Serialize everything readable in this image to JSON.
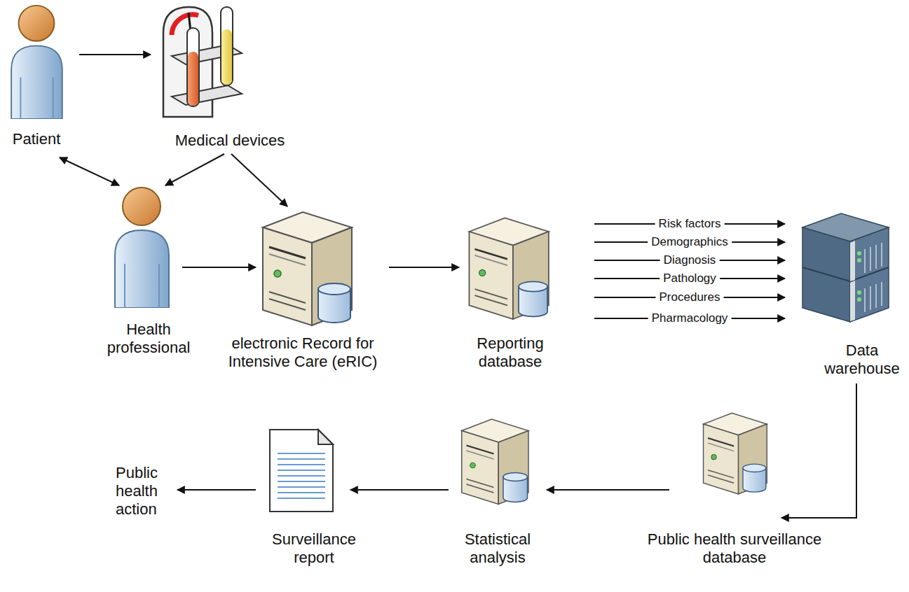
{
  "diagram": {
    "nodes": [
      {
        "text": [
          "Patient"
        ]
      },
      {
        "text": [
          "Medical devices"
        ]
      },
      {
        "text": [
          "Health professional"
        ]
      },
      {
        "text": [
          "electronic Record for Intensive Care (eRIC)"
        ]
      },
      {
        "text": [
          "Reporting database"
        ]
      },
      {
        "text": [
          "Data warehouse"
        ]
      },
      {
        "text": [
          "Public health surveillance database"
        ]
      },
      {
        "text": [
          "Statistical analysis"
        ]
      },
      {
        "text": [
          "Surveillance report"
        ]
      },
      {
        "text": [
          "Public health action"
        ]
      }
    ],
    "edges": [
      {
        "from": 0,
        "to": 1,
        "arrow": "to"
      },
      {
        "from": 0,
        "to": 2,
        "arrow": "both"
      },
      {
        "from": 1,
        "to": 2,
        "arrow": "to"
      },
      {
        "from": 1,
        "to": 3,
        "arrow": "to"
      },
      {
        "from": 2,
        "to": 3,
        "arrow": "to"
      },
      {
        "from": 3,
        "to": 4,
        "arrow": "to"
      },
      {
        "from": 4,
        "to": 5,
        "label": "Risk factors",
        "arrow": "to"
      },
      {
        "from": 4,
        "to": 5,
        "label": "Demographics",
        "arrow": "to"
      },
      {
        "from": 4,
        "to": 5,
        "label": "Diagnosis",
        "arrow": "to"
      },
      {
        "from": 4,
        "to": 5,
        "label": "Pathology",
        "arrow": "to"
      },
      {
        "from": 4,
        "to": 5,
        "label": "Procedures",
        "arrow": "to"
      },
      {
        "from": 4,
        "to": 5,
        "label": "Pharmacology",
        "arrow": "to"
      },
      {
        "from": 5,
        "to": 6,
        "arrow": "to"
      },
      {
        "from": 6,
        "to": 7,
        "arrow": "to"
      },
      {
        "from": 7,
        "to": 8,
        "arrow": "to"
      },
      {
        "from": 8,
        "to": 9,
        "arrow": "to"
      }
    ]
  }
}
